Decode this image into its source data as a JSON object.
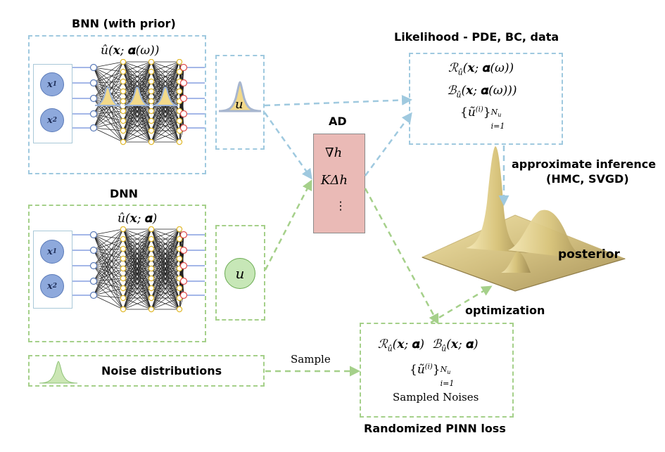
{
  "bnn": {
    "title": "BNN (with prior)",
    "network_label": "û(𝒙; 𝜶(ω))",
    "inputs": [
      "x₁",
      "x₂"
    ],
    "output": "u"
  },
  "dnn": {
    "title": "DNN",
    "network_label": "û(𝒙; 𝜶)",
    "inputs": [
      "x₁",
      "x₂"
    ],
    "output": "u"
  },
  "ad": {
    "title": "AD",
    "items": [
      "∇h",
      "KΔh",
      "⋮"
    ]
  },
  "likelihood": {
    "title": "Likelihood - PDE, BC, data",
    "line1": "ℛû(𝒙; 𝜶(ω))",
    "line2": "ℬû(𝒙; 𝜶(ω)))",
    "line3": "{ũ(i)}Nu i=1"
  },
  "inference": {
    "label_line1": "approximate inference",
    "label_line2": "(HMC, SVGD)",
    "posterior": "posterior"
  },
  "optimization": {
    "label": "optimization"
  },
  "noise": {
    "title": "Noise distributions",
    "sample_label": "Sample"
  },
  "randomized": {
    "title": "Randomized PINN loss",
    "line1": "ℛû(𝒙; 𝜶)   ℬû(𝒙; 𝜶)",
    "line2": "{ũ(i)}Nu i=1",
    "line3": "Sampled Noises"
  },
  "colors": {
    "bnn_dash": "#9fc9df",
    "dnn_dash": "#a5d08a",
    "ad_fill": "#eabab6",
    "input_node": "#8ea9dc",
    "hidden_node": "#f3d44a",
    "output_node": "#e04b4b",
    "posterior_fill": "#d9c98a"
  }
}
